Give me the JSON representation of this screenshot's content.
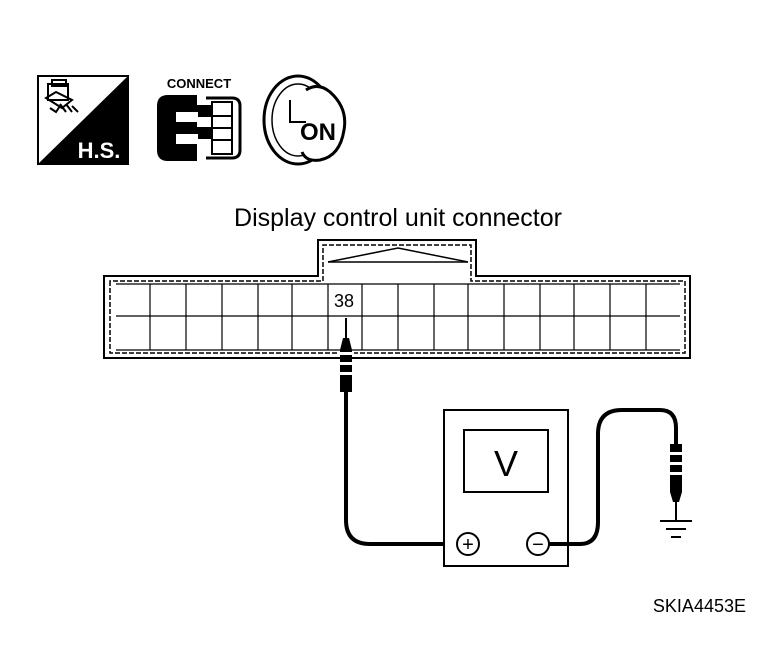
{
  "icons": {
    "hs_label": "H.S.",
    "connect_label": "CONNECT",
    "ignition_label": "ON"
  },
  "connector": {
    "title": "Display control unit connector",
    "pin_label": "38"
  },
  "meter": {
    "symbol": "V",
    "positive_symbol": "+",
    "negative_symbol": "−"
  },
  "reference_code": "SKIA4453E",
  "colors": {
    "line": "#000000",
    "background": "#ffffff"
  }
}
